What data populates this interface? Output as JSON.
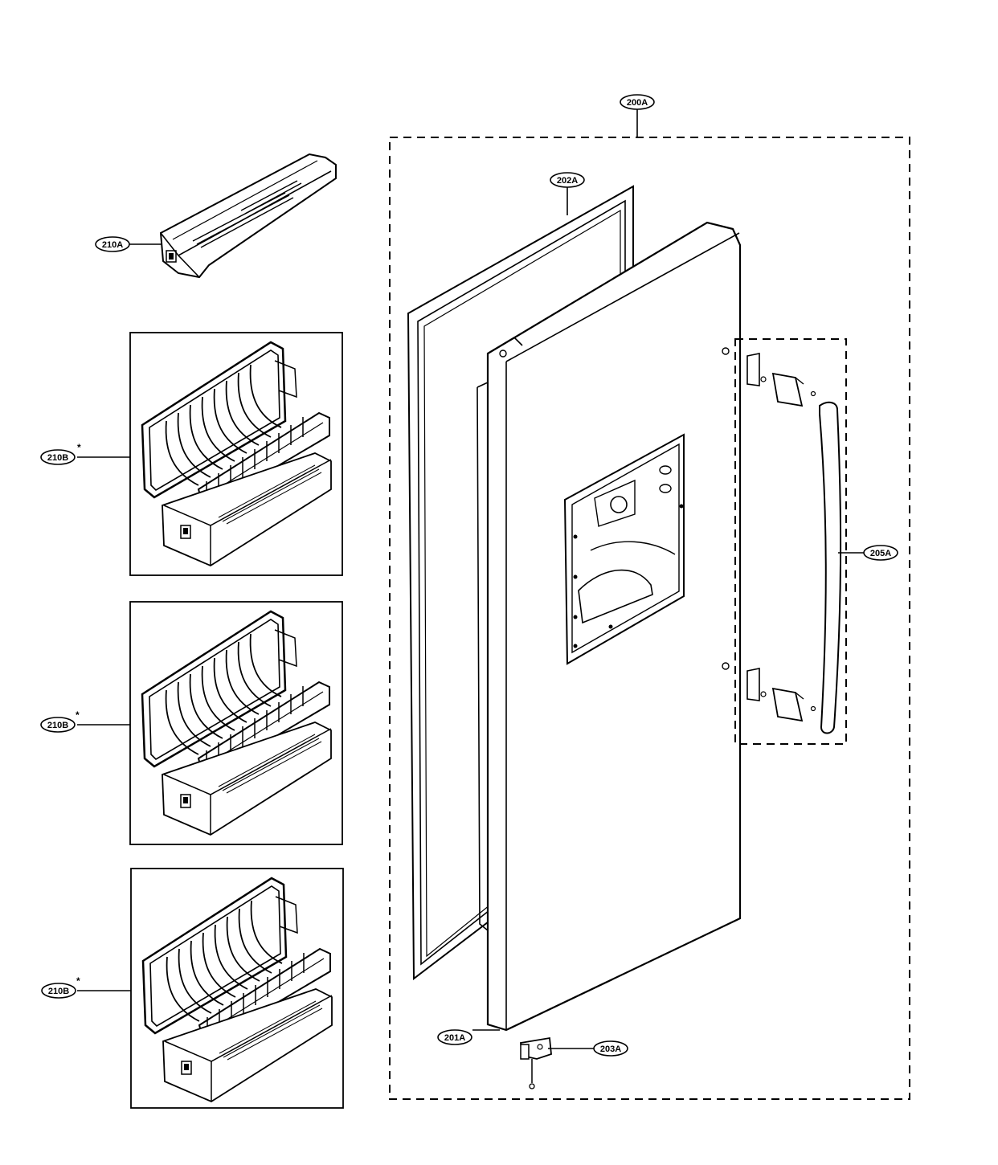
{
  "diagram": {
    "callouts": {
      "door_assembly": "200A",
      "door_foam": "201A",
      "gasket": "202A",
      "hinge": "203A",
      "handle": "205A",
      "small_basket": "210A",
      "basket_1": "210B",
      "basket_2": "210B",
      "basket_3": "210B"
    },
    "asterisk": "*"
  }
}
